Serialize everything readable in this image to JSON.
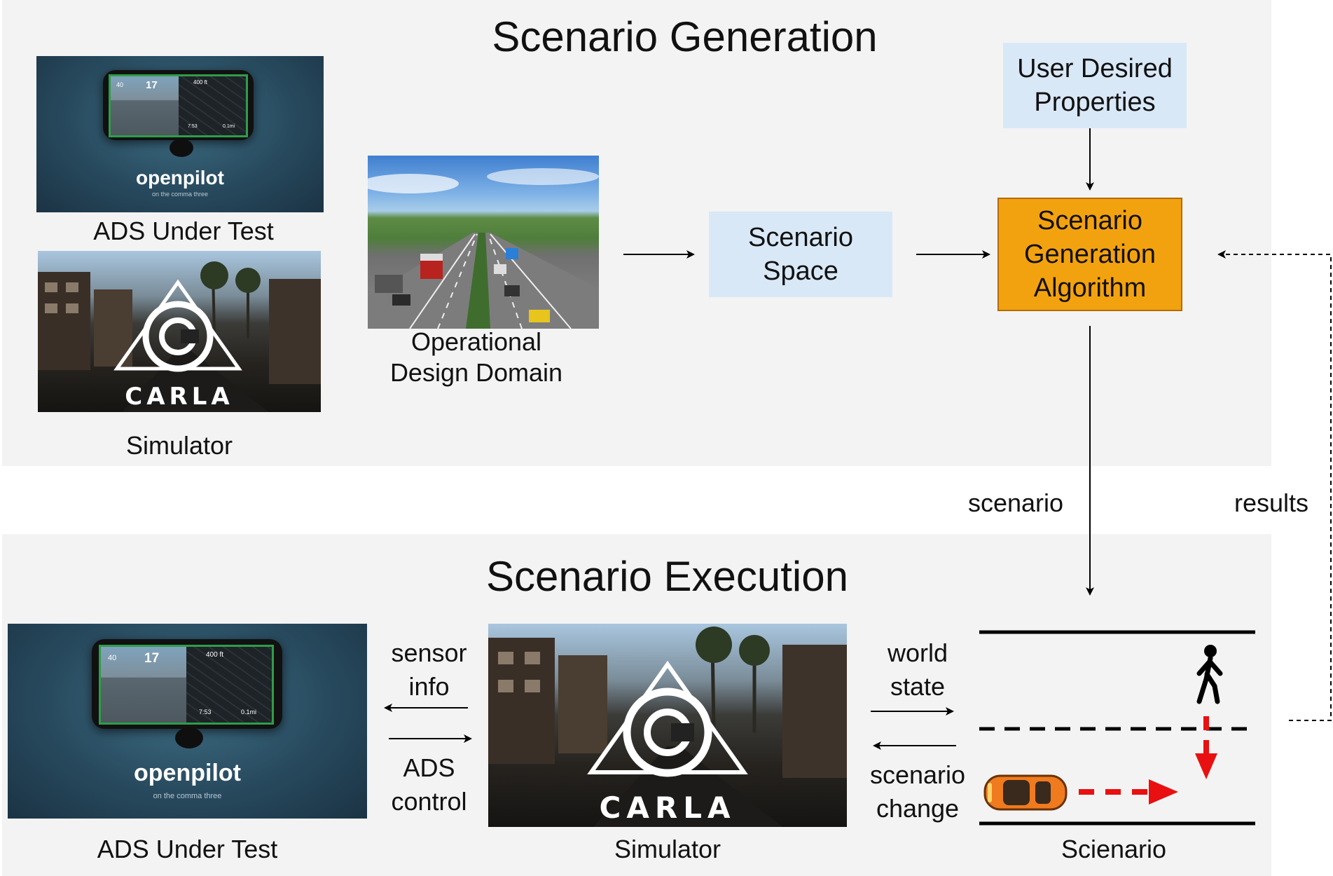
{
  "top_panel": {
    "title": "Scenario Generation",
    "ads_caption": "ADS Under Test",
    "simulator_caption": "Simulator",
    "odd_caption_line1": "Operational",
    "odd_caption_line2": "Design Domain",
    "scenario_space_line1": "Scenario",
    "scenario_space_line2": "Space",
    "user_props_line1": "User Desired",
    "user_props_line2": "Properties",
    "algorithm_line1": "Scenario",
    "algorithm_line2": "Generation",
    "algorithm_line3": "Algorithm"
  },
  "middle": {
    "scenario_label": "scenario",
    "results_label": "results"
  },
  "bottom_panel": {
    "title": "Scenario Execution",
    "ads_caption": "ADS Under Test",
    "simulator_caption": "Simulator",
    "scenario_caption": "Scienario",
    "sensor_info_line1": "sensor",
    "sensor_info_line2": "info",
    "ads_control_line1": "ADS",
    "ads_control_line2": "control",
    "world_state_line1": "world",
    "world_state_line2": "state",
    "scenario_change_line1": "scenario",
    "scenario_change_line2": "change"
  },
  "images": {
    "openpilot_word": "openpilot",
    "openpilot_sub": "on the comma three",
    "carla_word": "CARLA",
    "phone_speed": "17",
    "phone_limit": "40",
    "phone_distance": "400 ft",
    "phone_time": "7:53",
    "phone_miles": "0.1mi"
  },
  "colors": {
    "panel_bg": "#f3f3f3",
    "light_blue": "#d9e8f7",
    "orange": "#f3a20f",
    "red_arrow": "#e81010",
    "car": "#f07a1e"
  },
  "icons": {
    "pedestrian": "walking-person-icon",
    "car": "car-topdown-icon"
  }
}
